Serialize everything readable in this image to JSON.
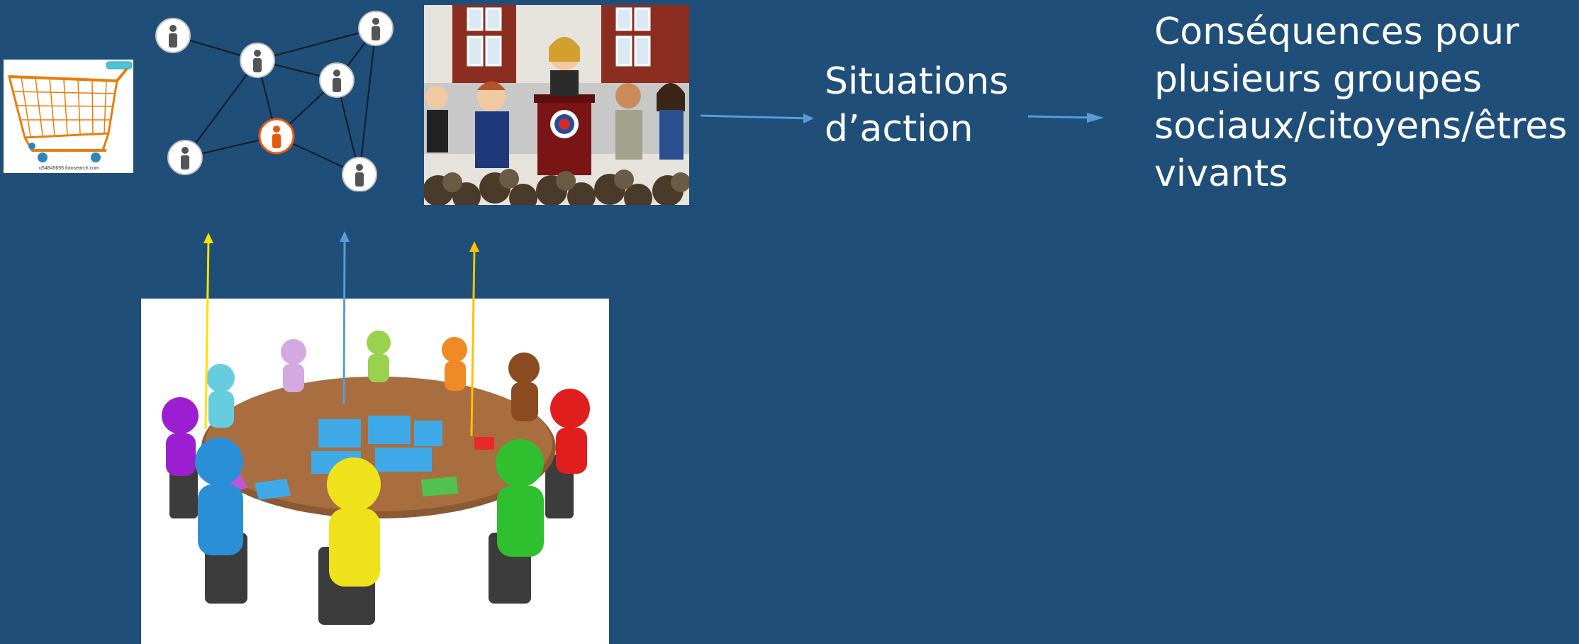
{
  "diagram": {
    "situations_text": [
      "Situations",
      "d’action"
    ],
    "consequences_text": [
      "Conséquences pour",
      "plusieurs groupes",
      "sociaux/citoyens/êtres",
      "vivants"
    ],
    "cart_caption": "u54845655 fotosearch.com",
    "images": {
      "cart": "shopping-cart-illustration",
      "network": "social-network-illustration",
      "political": "political-debate-illustration",
      "meeting": "round-table-puzzle-meeting-illustration"
    },
    "colors": {
      "background": "#1f4e79",
      "arrow_blue": "#5b9bd5",
      "arrow_yellow": "#ffe000",
      "arrow_gold": "#ffc000",
      "text": "#ffffff"
    }
  }
}
